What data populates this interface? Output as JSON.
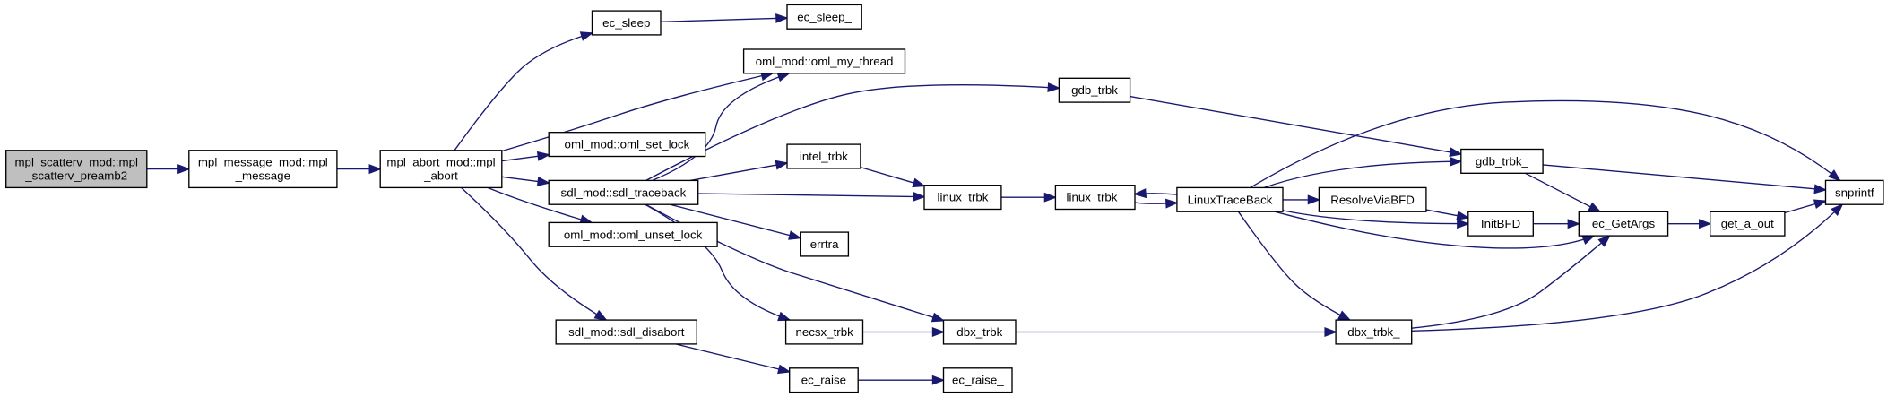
{
  "nodes": {
    "mpl_scatterv_preamb2": {
      "lines": [
        "mpl_scatterv_mod::mpl",
        "_scatterv_preamb2"
      ],
      "root": true
    },
    "mpl_message": {
      "lines": [
        "mpl_message_mod::mpl",
        "_message"
      ]
    },
    "mpl_abort": {
      "lines": [
        "mpl_abort_mod::mpl",
        "_abort"
      ]
    },
    "ec_sleep": {
      "lines": [
        "ec_sleep"
      ]
    },
    "ec_sleep_": {
      "lines": [
        "ec_sleep_"
      ]
    },
    "oml_my_thread": {
      "lines": [
        "oml_mod::oml_my_thread"
      ]
    },
    "oml_set_lock": {
      "lines": [
        "oml_mod::oml_set_lock"
      ]
    },
    "sdl_traceback": {
      "lines": [
        "sdl_mod::sdl_traceback"
      ]
    },
    "oml_unset_lock": {
      "lines": [
        "oml_mod::oml_unset_lock"
      ]
    },
    "sdl_disabort": {
      "lines": [
        "sdl_mod::sdl_disabort"
      ]
    },
    "gdb_trbk": {
      "lines": [
        "gdb_trbk"
      ]
    },
    "intel_trbk": {
      "lines": [
        "intel_trbk"
      ]
    },
    "linux_trbk": {
      "lines": [
        "linux_trbk"
      ]
    },
    "errtra": {
      "lines": [
        "errtra"
      ]
    },
    "necsx_trbk": {
      "lines": [
        "necsx_trbk"
      ]
    },
    "dbx_trbk": {
      "lines": [
        "dbx_trbk"
      ]
    },
    "ec_raise": {
      "lines": [
        "ec_raise"
      ]
    },
    "ec_raise_": {
      "lines": [
        "ec_raise_"
      ]
    },
    "linux_trbk_": {
      "lines": [
        "linux_trbk_"
      ]
    },
    "LinuxTraceBack": {
      "lines": [
        "LinuxTraceBack"
      ]
    },
    "gdb_trbk_": {
      "lines": [
        "gdb_trbk_"
      ]
    },
    "ResolveViaBFD": {
      "lines": [
        "ResolveViaBFD"
      ]
    },
    "InitBFD": {
      "lines": [
        "InitBFD"
      ]
    },
    "dbx_trbk_": {
      "lines": [
        "dbx_trbk_"
      ]
    },
    "ec_GetArgs": {
      "lines": [
        "ec_GetArgs"
      ]
    },
    "get_a_out": {
      "lines": [
        "get_a_out"
      ]
    },
    "snprintf": {
      "lines": [
        "snprintf"
      ]
    }
  },
  "edges": [
    [
      "mpl_scatterv_preamb2",
      "mpl_message"
    ],
    [
      "mpl_message",
      "mpl_abort"
    ],
    [
      "mpl_abort",
      "ec_sleep"
    ],
    [
      "mpl_abort",
      "oml_my_thread"
    ],
    [
      "mpl_abort",
      "oml_set_lock"
    ],
    [
      "mpl_abort",
      "sdl_traceback"
    ],
    [
      "mpl_abort",
      "oml_unset_lock"
    ],
    [
      "mpl_abort",
      "sdl_disabort"
    ],
    [
      "ec_sleep",
      "ec_sleep_"
    ],
    [
      "sdl_traceback",
      "oml_my_thread"
    ],
    [
      "sdl_traceback",
      "gdb_trbk"
    ],
    [
      "sdl_traceback",
      "intel_trbk"
    ],
    [
      "sdl_traceback",
      "linux_trbk"
    ],
    [
      "sdl_traceback",
      "errtra"
    ],
    [
      "sdl_traceback",
      "necsx_trbk"
    ],
    [
      "sdl_traceback",
      "dbx_trbk"
    ],
    [
      "sdl_disabort",
      "ec_raise"
    ],
    [
      "ec_raise",
      "ec_raise_"
    ],
    [
      "intel_trbk",
      "linux_trbk"
    ],
    [
      "necsx_trbk",
      "dbx_trbk"
    ],
    [
      "linux_trbk",
      "linux_trbk_"
    ],
    [
      "linux_trbk_",
      "LinuxTraceBack"
    ],
    [
      "LinuxTraceBack",
      "linux_trbk_"
    ],
    [
      "gdb_trbk",
      "gdb_trbk_"
    ],
    [
      "LinuxTraceBack",
      "gdb_trbk_"
    ],
    [
      "LinuxTraceBack",
      "snprintf"
    ],
    [
      "LinuxTraceBack",
      "ResolveViaBFD"
    ],
    [
      "LinuxTraceBack",
      "InitBFD"
    ],
    [
      "LinuxTraceBack",
      "ec_GetArgs"
    ],
    [
      "LinuxTraceBack",
      "dbx_trbk_"
    ],
    [
      "dbx_trbk",
      "dbx_trbk_"
    ],
    [
      "ResolveViaBFD",
      "InitBFD"
    ],
    [
      "InitBFD",
      "ec_GetArgs"
    ],
    [
      "gdb_trbk_",
      "ec_GetArgs"
    ],
    [
      "gdb_trbk_",
      "snprintf"
    ],
    [
      "dbx_trbk_",
      "ec_GetArgs"
    ],
    [
      "dbx_trbk_",
      "snprintf"
    ],
    [
      "ec_GetArgs",
      "get_a_out"
    ],
    [
      "get_a_out",
      "snprintf"
    ]
  ]
}
